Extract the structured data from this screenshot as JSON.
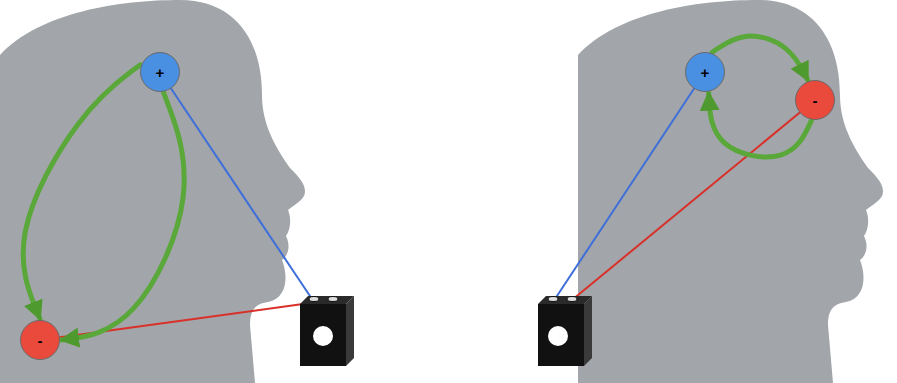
{
  "diagram": {
    "nodes": [
      {
        "text": [
          "+"
        ]
      },
      {
        "text": [
          "-"
        ]
      },
      {
        "text": [
          "+"
        ]
      },
      {
        "text": [
          "-"
        ]
      }
    ],
    "edges": [
      {
        "from": 0,
        "to": 1,
        "arrow": "to"
      },
      {
        "from": 0,
        "to": 1,
        "arrow": "to"
      },
      {
        "from": 2,
        "to": 3,
        "arrow": "to"
      },
      {
        "from": 3,
        "to": 2,
        "arrow": "to"
      }
    ]
  }
}
